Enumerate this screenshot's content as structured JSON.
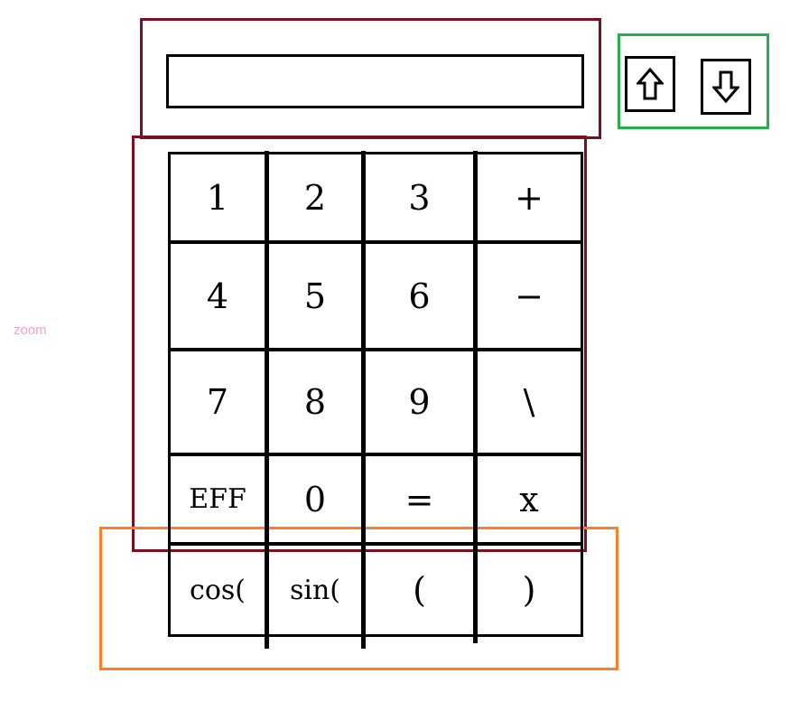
{
  "display": {
    "value": ""
  },
  "arrows": {
    "up_icon": "arrow-up-icon",
    "down_icon": "arrow-down-icon"
  },
  "side_label": "zoom",
  "keypad": {
    "rows": [
      [
        "1",
        "2",
        "3",
        "+"
      ],
      [
        "4",
        "5",
        "6",
        "−"
      ],
      [
        "7",
        "8",
        "9",
        "\\"
      ],
      [
        "EFF",
        "0",
        "=",
        "x"
      ],
      [
        "cos(",
        "sin(",
        "(",
        ")"
      ]
    ]
  },
  "colors": {
    "display_box": "#7b1022",
    "keypad_box": "#7b1022",
    "arrows_box": "#22b24c",
    "extra_box": "#ff7f27",
    "zoom_label": "#f4a0c8"
  }
}
